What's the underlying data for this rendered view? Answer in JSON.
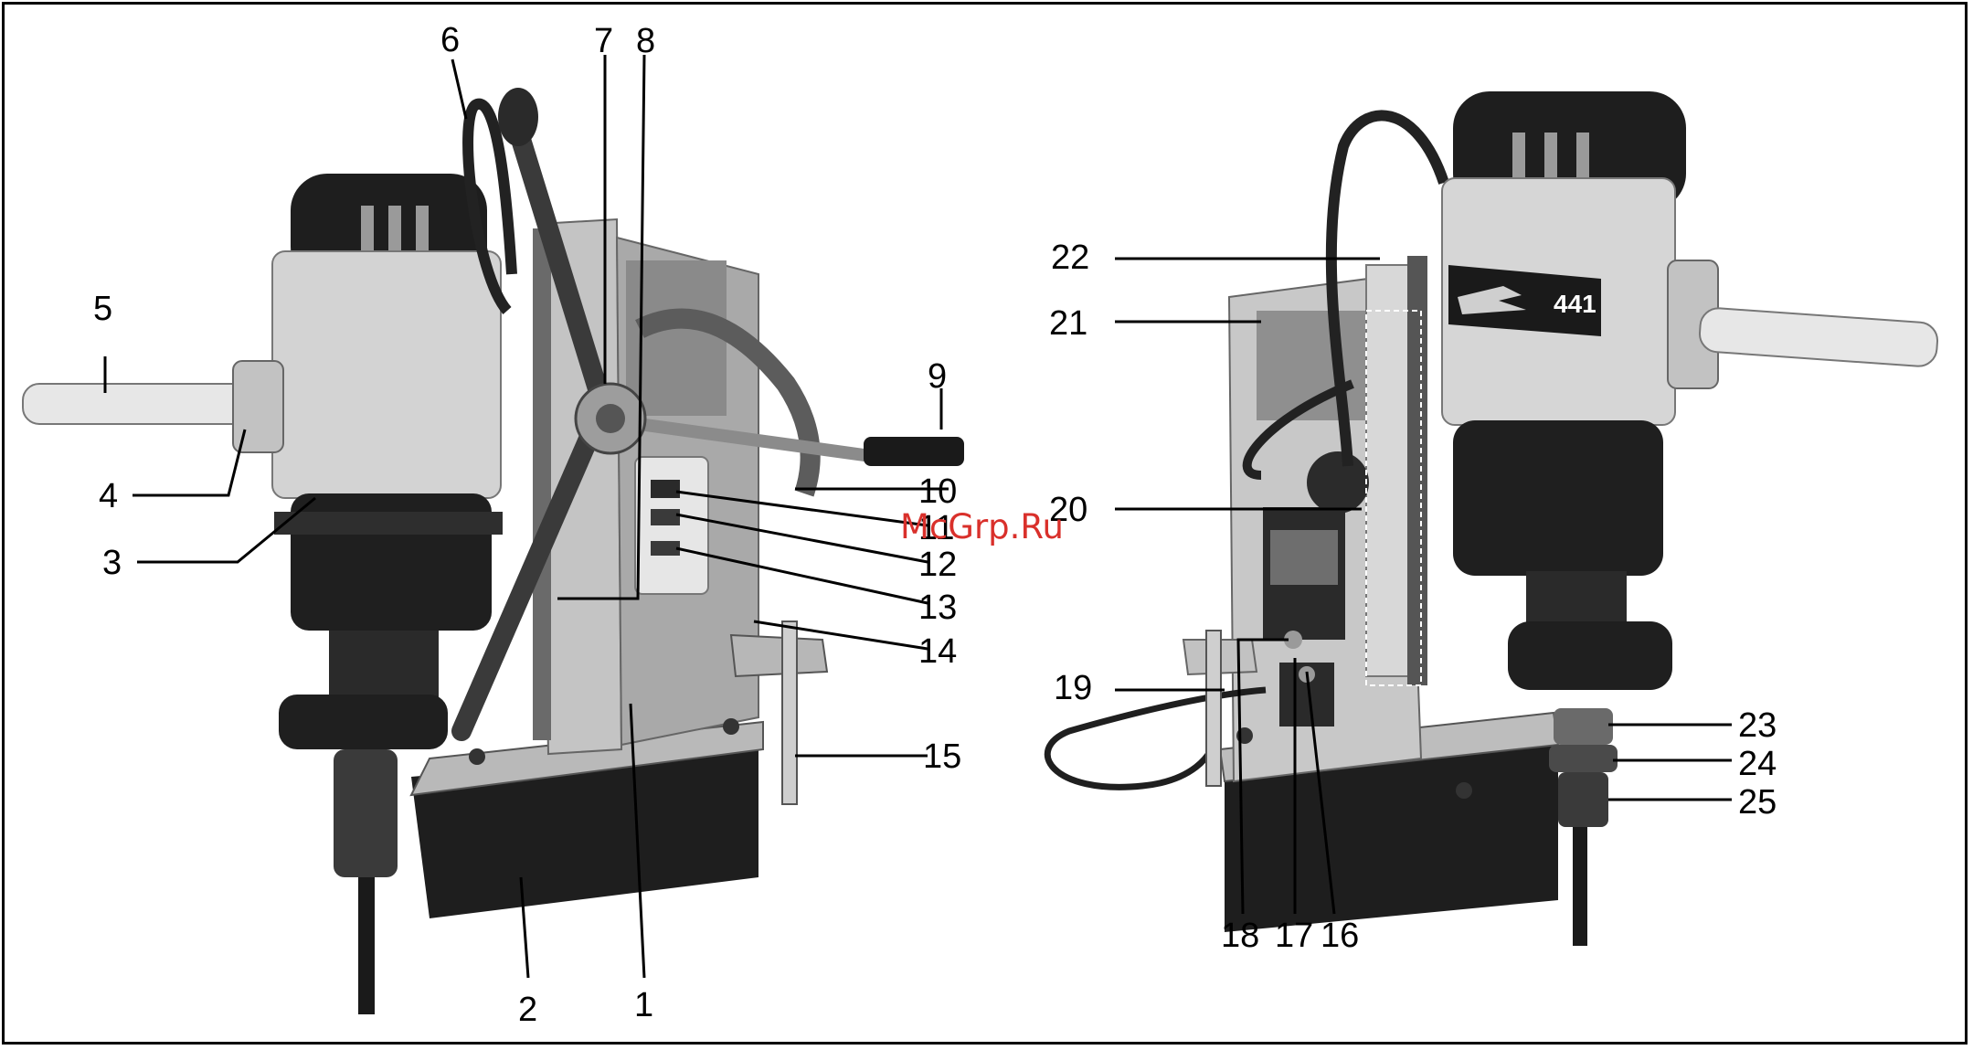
{
  "callouts": {
    "c1": "1",
    "c2": "2",
    "c3": "3",
    "c4": "4",
    "c5": "5",
    "c6": "6",
    "c7": "7",
    "c8": "8",
    "c9": "9",
    "c10": "10",
    "c11": "11",
    "c12": "12",
    "c13": "13",
    "c14": "14",
    "c15": "15",
    "c16": "16",
    "c17": "17",
    "c18": "18",
    "c19": "19",
    "c20": "20",
    "c21": "21",
    "c22": "22",
    "c23": "23",
    "c24": "24",
    "c25": "25"
  },
  "badge_model": "441",
  "watermark": "McGrp.Ru",
  "colors": {
    "body_light": "#cfcfcf",
    "body_mid": "#a8a8a8",
    "dark": "#1c1c1c",
    "watermark": "#d9302b"
  }
}
